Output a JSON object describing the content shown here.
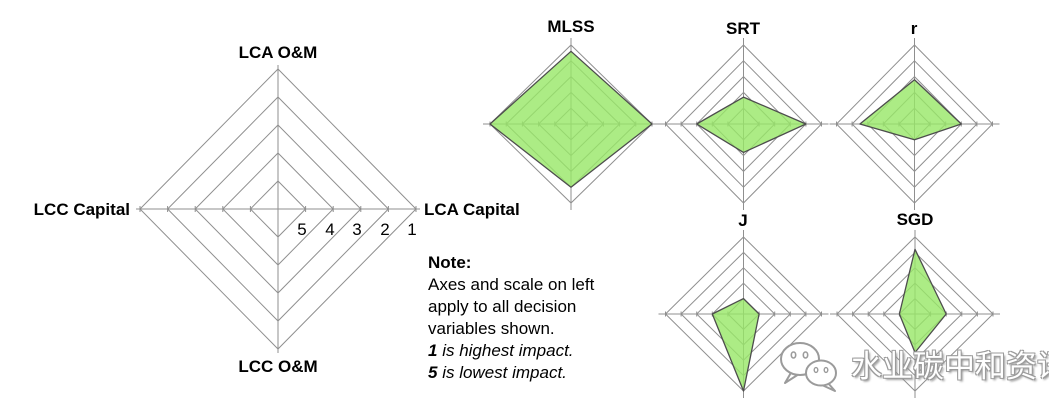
{
  "colors": {
    "background": "#ffffff",
    "grid": "#8f8f8f",
    "axis": "#8f8f8f",
    "polygon_fill": "#97e767",
    "polygon_fill_opacity": 0.8,
    "polygon_outline": "#4d4d4d",
    "label_color": "#000000",
    "watermark_text_color": "#ffffff",
    "watermark_outline_color": "#9b9b9b"
  },
  "note": {
    "title": "Note:",
    "lines": [
      "Axes and scale on left",
      "apply to all decision",
      "variables shown."
    ],
    "emphases": [
      {
        "lead": "1",
        "rest": " is highest impact."
      },
      {
        "lead": "5",
        "rest": " is lowest impact."
      }
    ]
  },
  "watermark": {
    "icon": "wechat-icon",
    "text": "水业碳中和资讯"
  },
  "chart_data": [
    {
      "id": "reference",
      "type": "radar",
      "title": "",
      "axes": [
        "LCA O&M",
        "LCA Capital",
        "LCC O&M",
        "LCC Capital"
      ],
      "rings": 5,
      "scale": {
        "labels": [
          "5",
          "4",
          "3",
          "2",
          "1"
        ],
        "outermost_value": 1,
        "innermost_value": 5
      },
      "values": null,
      "legend": "grid only, no data polygon"
    },
    {
      "id": "MLSS",
      "type": "radar",
      "title": "MLSS",
      "axes": [
        "LCA O&M",
        "LCA Capital",
        "LCC O&M",
        "LCC Capital"
      ],
      "rings": 5,
      "values": [
        1.4,
        1,
        2,
        1
      ]
    },
    {
      "id": "SRT",
      "type": "radar",
      "title": "SRT",
      "axes": [
        "LCA O&M",
        "LCA Capital",
        "LCC O&M",
        "LCC Capital"
      ],
      "rings": 5,
      "values": [
        4.3,
        2,
        4.2,
        3
      ]
    },
    {
      "id": "r",
      "type": "radar",
      "title": "r",
      "axes": [
        "LCA O&M",
        "LCA Capital",
        "LCC O&M",
        "LCC Capital"
      ],
      "rings": 5,
      "values": [
        3.2,
        3,
        5,
        2.5
      ]
    },
    {
      "id": "J",
      "type": "radar",
      "title": "J",
      "axes": [
        "LCA O&M",
        "LCA Capital",
        "LCC O&M",
        "LCC Capital"
      ],
      "rings": 5,
      "values": [
        5,
        5,
        1,
        4
      ]
    },
    {
      "id": "SGD",
      "type": "radar",
      "title": "SGD",
      "axes": [
        "LCA O&M",
        "LCA Capital",
        "LCC O&M",
        "LCC Capital"
      ],
      "rings": 5,
      "values": [
        1.8,
        4,
        3.5,
        5
      ]
    }
  ]
}
